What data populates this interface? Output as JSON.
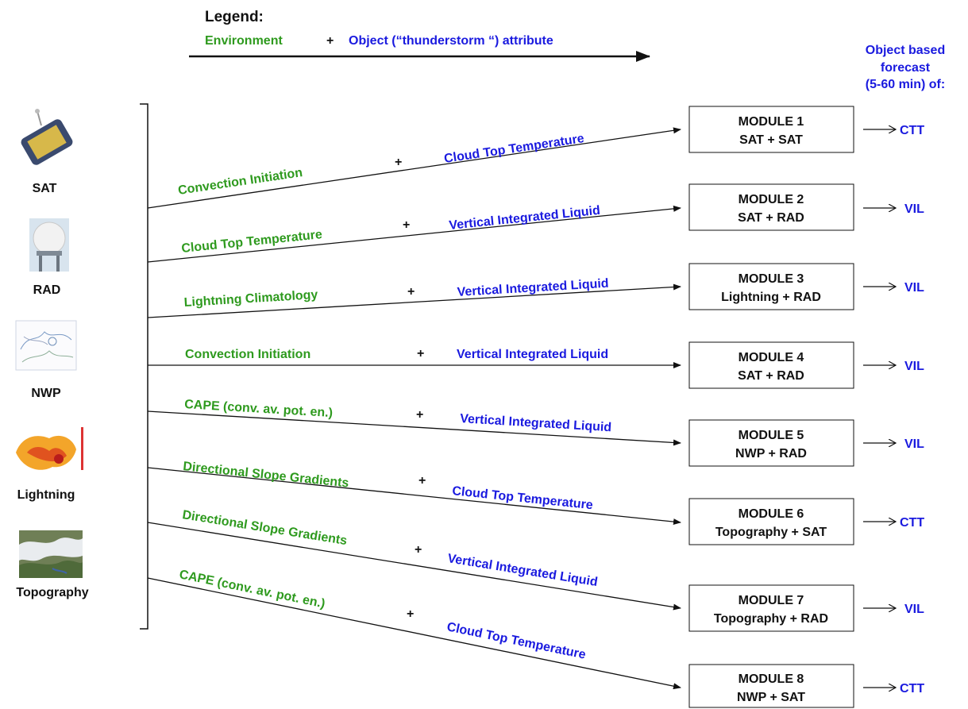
{
  "legend": {
    "title": "Legend:",
    "environment": "Environment",
    "plus": "+",
    "object": "Object (“thunderstorm “) attribute"
  },
  "forecast_header": [
    "Object based",
    "forecast",
    "(5-60 min) of:"
  ],
  "sources": [
    {
      "label": "SAT",
      "icon": "satellite-icon"
    },
    {
      "label": "RAD",
      "icon": "radar-dome-icon"
    },
    {
      "label": "NWP",
      "icon": "weather-map-icon"
    },
    {
      "label": "Lightning",
      "icon": "lightning-map-icon"
    },
    {
      "label": "Topography",
      "icon": "topography-map-icon"
    }
  ],
  "modules": [
    {
      "env": "Convection Initiation",
      "obj": "Cloud Top Temperature",
      "title": "MODULE 1",
      "inputs": "SAT + SAT",
      "output": "CTT"
    },
    {
      "env": "Cloud Top Temperature",
      "obj": "Vertical Integrated Liquid",
      "title": "MODULE 2",
      "inputs": "SAT + RAD",
      "output": "VIL"
    },
    {
      "env": "Lightning Climatology",
      "obj": "Vertical Integrated Liquid",
      "title": "MODULE 3",
      "inputs": "Lightning + RAD",
      "output": "VIL"
    },
    {
      "env": "Convection Initiation",
      "obj": "Vertical Integrated Liquid",
      "title": "MODULE 4",
      "inputs": "SAT + RAD",
      "output": "VIL"
    },
    {
      "env": "CAPE (conv. av. pot. en.)",
      "obj": "Vertical Integrated Liquid",
      "title": "MODULE 5",
      "inputs": "NWP + RAD",
      "output": "VIL"
    },
    {
      "env": "Directional Slope Gradients",
      "obj": "Cloud Top Temperature",
      "title": "MODULE 6",
      "inputs": "Topography + SAT",
      "output": "CTT"
    },
    {
      "env": "Directional Slope Gradients",
      "obj": "Vertical Integrated Liquid",
      "title": "MODULE 7",
      "inputs": "Topography + RAD",
      "output": "VIL"
    },
    {
      "env": "CAPE (conv. av. pot. en.)",
      "obj": "Cloud Top Temperature",
      "title": "MODULE 8",
      "inputs": "NWP + SAT",
      "output": "CTT"
    }
  ],
  "colors": {
    "environment": "#2e9a1e",
    "object": "#1a1adf",
    "line": "#111111"
  }
}
